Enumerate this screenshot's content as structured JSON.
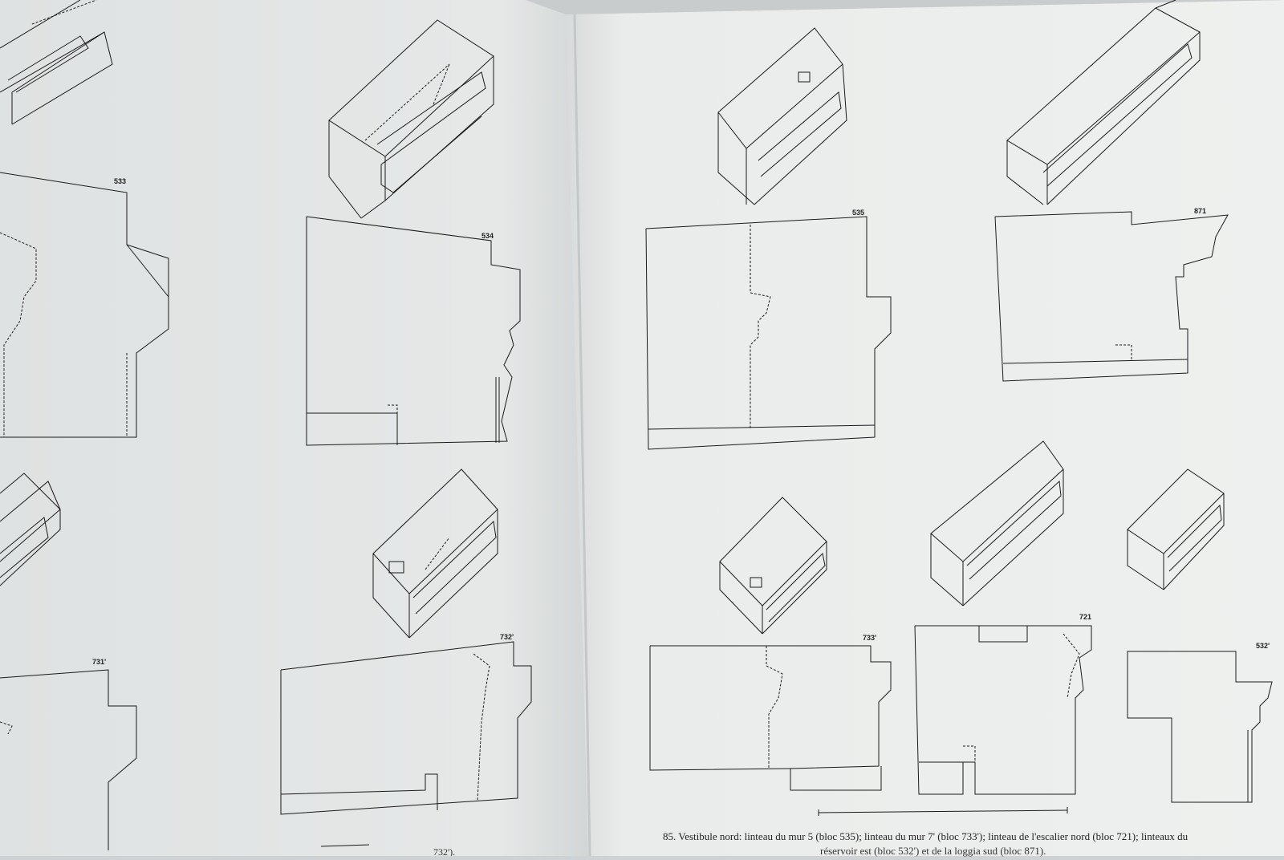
{
  "book": {
    "left_page": {
      "drawing_labels": [
        "533",
        "534",
        "731'",
        "732'"
      ],
      "bottom_fragment": "732')."
    },
    "right_page": {
      "drawing_labels": [
        "535",
        "871",
        "733'",
        "721",
        "532'"
      ],
      "caption_line1": "85. Vestibule nord: linteau du mur 5 (bloc 535); linteau du mur 7' (bloc 733'); linteau de l'escalier nord (bloc 721); linteaux du",
      "caption_line2": "réservoir est (bloc 532') et de la loggia sud (bloc 871)."
    }
  },
  "colors": {
    "paper_left": "#e4e6e6",
    "paper_right": "#eceeed",
    "background": "#cfd2d4",
    "ink": "#1a1a1a"
  }
}
